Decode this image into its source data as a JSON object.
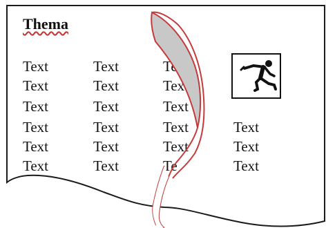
{
  "document": {
    "title": "Thema",
    "rows": [
      [
        "Text",
        "Text",
        "Text",
        ""
      ],
      [
        "Text",
        "Text",
        "Tex",
        ""
      ],
      [
        "Text",
        "Text",
        "Text",
        ""
      ],
      [
        "Text",
        "Text",
        "Text",
        "Text"
      ],
      [
        "Text",
        "Text",
        "Text",
        "Text"
      ],
      [
        "Text",
        "Text",
        "Te",
        "Text"
      ]
    ],
    "illustration_icon": "running-person-icon"
  },
  "colors": {
    "page_fill": "#ffffff",
    "outline": "#1a1a1a",
    "curl_stroke": "#c43a3a",
    "curl_fill": "#c8c8c8",
    "spellcheck_underline": "#c43a3a"
  }
}
